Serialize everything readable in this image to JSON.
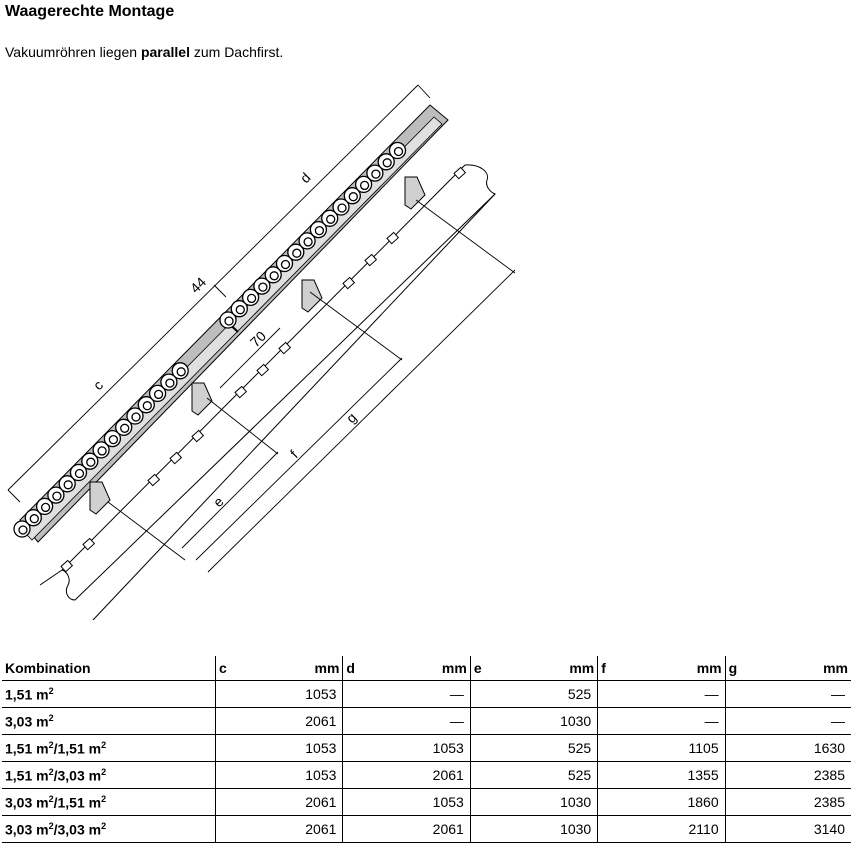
{
  "heading": "Waagerechte Montage",
  "subtitle": {
    "before": "Vakuumröhren liegen ",
    "bold": "parallel",
    "after": " zum Dachfirst."
  },
  "drawing_labels": {
    "c": "c",
    "d": "d",
    "e": "e",
    "f": "f",
    "g": "g",
    "dim44": "44",
    "dim70": "70"
  },
  "table": {
    "first_header": "Kombination",
    "columns": [
      {
        "letter": "c",
        "unit": "mm"
      },
      {
        "letter": "d",
        "unit": "mm"
      },
      {
        "letter": "e",
        "unit": "mm"
      },
      {
        "letter": "f",
        "unit": "mm"
      },
      {
        "letter": "g",
        "unit": "mm"
      }
    ],
    "rows": [
      {
        "label_a": "1,51 m",
        "label_b": "",
        "values": [
          "1053",
          "—",
          "525",
          "—",
          "—"
        ]
      },
      {
        "label_a": "3,03 m",
        "label_b": "",
        "values": [
          "2061",
          "—",
          "1030",
          "—",
          "—"
        ]
      },
      {
        "label_a": "1,51 m",
        "label_b": "1,51 m",
        "values": [
          "1053",
          "1053",
          "525",
          "1105",
          "1630"
        ]
      },
      {
        "label_a": "1,51 m",
        "label_b": "3,03 m",
        "values": [
          "1053",
          "2061",
          "525",
          "1355",
          "2385"
        ]
      },
      {
        "label_a": "3,03 m",
        "label_b": "1,51 m",
        "values": [
          "2061",
          "1053",
          "1030",
          "1860",
          "2385"
        ]
      },
      {
        "label_a": "3,03 m",
        "label_b": "3,03 m",
        "values": [
          "2061",
          "2061",
          "1030",
          "2110",
          "3140"
        ]
      }
    ],
    "superscript": "2"
  }
}
